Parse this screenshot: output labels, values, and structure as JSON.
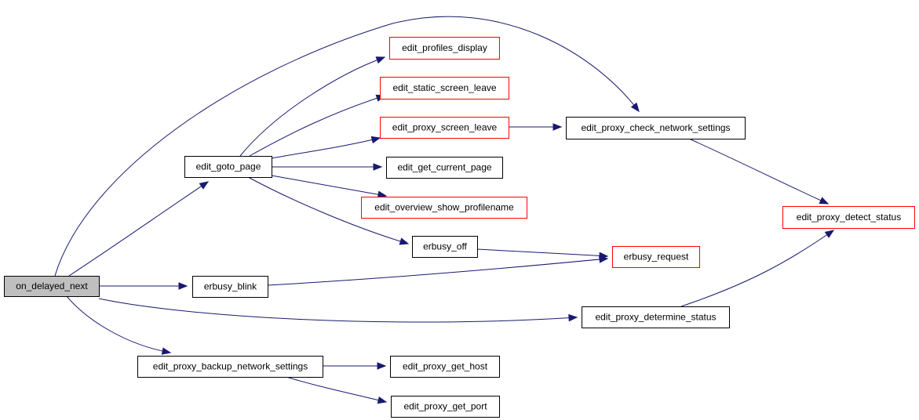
{
  "graph": {
    "nodes": [
      {
        "id": "on_delayed_next",
        "label": "on_delayed_next",
        "style": "root"
      },
      {
        "id": "edit_goto_page",
        "label": "edit_goto_page",
        "style": "normal"
      },
      {
        "id": "erbusy_blink",
        "label": "erbusy_blink",
        "style": "normal"
      },
      {
        "id": "edit_proxy_backup_network_settings",
        "label": "edit_proxy_backup_network_settings",
        "style": "normal"
      },
      {
        "id": "edit_profiles_display",
        "label": "edit_profiles_display",
        "style": "red"
      },
      {
        "id": "edit_static_screen_leave",
        "label": "edit_static_screen_leave",
        "style": "red"
      },
      {
        "id": "edit_proxy_screen_leave",
        "label": "edit_proxy_screen_leave",
        "style": "red"
      },
      {
        "id": "edit_get_current_page",
        "label": "edit_get_current_page",
        "style": "normal"
      },
      {
        "id": "edit_overview_show_profilename",
        "label": "edit_overview_show_profilename",
        "style": "red"
      },
      {
        "id": "erbusy_off",
        "label": "erbusy_off",
        "style": "normal"
      },
      {
        "id": "edit_proxy_get_host",
        "label": "edit_proxy_get_host",
        "style": "normal"
      },
      {
        "id": "edit_proxy_get_port",
        "label": "edit_proxy_get_port",
        "style": "normal"
      },
      {
        "id": "edit_proxy_check_network_settings",
        "label": "edit_proxy_check_network_settings",
        "style": "normal"
      },
      {
        "id": "erbusy_request",
        "label": "erbusy_request",
        "style": "red"
      },
      {
        "id": "edit_proxy_determine_status",
        "label": "edit_proxy_determine_status",
        "style": "normal"
      },
      {
        "id": "edit_proxy_detect_status",
        "label": "edit_proxy_detect_status",
        "style": "red"
      }
    ],
    "edges": [
      {
        "from": "on_delayed_next",
        "to": "edit_goto_page"
      },
      {
        "from": "on_delayed_next",
        "to": "edit_proxy_check_network_settings"
      },
      {
        "from": "on_delayed_next",
        "to": "erbusy_blink"
      },
      {
        "from": "on_delayed_next",
        "to": "edit_proxy_determine_status"
      },
      {
        "from": "on_delayed_next",
        "to": "edit_proxy_backup_network_settings"
      },
      {
        "from": "edit_goto_page",
        "to": "edit_profiles_display"
      },
      {
        "from": "edit_goto_page",
        "to": "edit_static_screen_leave"
      },
      {
        "from": "edit_goto_page",
        "to": "edit_proxy_screen_leave"
      },
      {
        "from": "edit_goto_page",
        "to": "edit_get_current_page"
      },
      {
        "from": "edit_goto_page",
        "to": "edit_overview_show_profilename"
      },
      {
        "from": "edit_goto_page",
        "to": "erbusy_off"
      },
      {
        "from": "edit_proxy_screen_leave",
        "to": "edit_proxy_check_network_settings"
      },
      {
        "from": "edit_proxy_check_network_settings",
        "to": "edit_proxy_detect_status"
      },
      {
        "from": "erbusy_off",
        "to": "erbusy_request"
      },
      {
        "from": "erbusy_blink",
        "to": "erbusy_request"
      },
      {
        "from": "edit_proxy_determine_status",
        "to": "edit_proxy_detect_status"
      },
      {
        "from": "edit_proxy_backup_network_settings",
        "to": "edit_proxy_get_host"
      },
      {
        "from": "edit_proxy_backup_network_settings",
        "to": "edit_proxy_get_port"
      }
    ]
  },
  "colors": {
    "edge": "#191970",
    "node_border": "#000000",
    "node_border_highlight": "#ff0000",
    "root_fill": "#bfbfbf",
    "node_fill": "#ffffff"
  }
}
